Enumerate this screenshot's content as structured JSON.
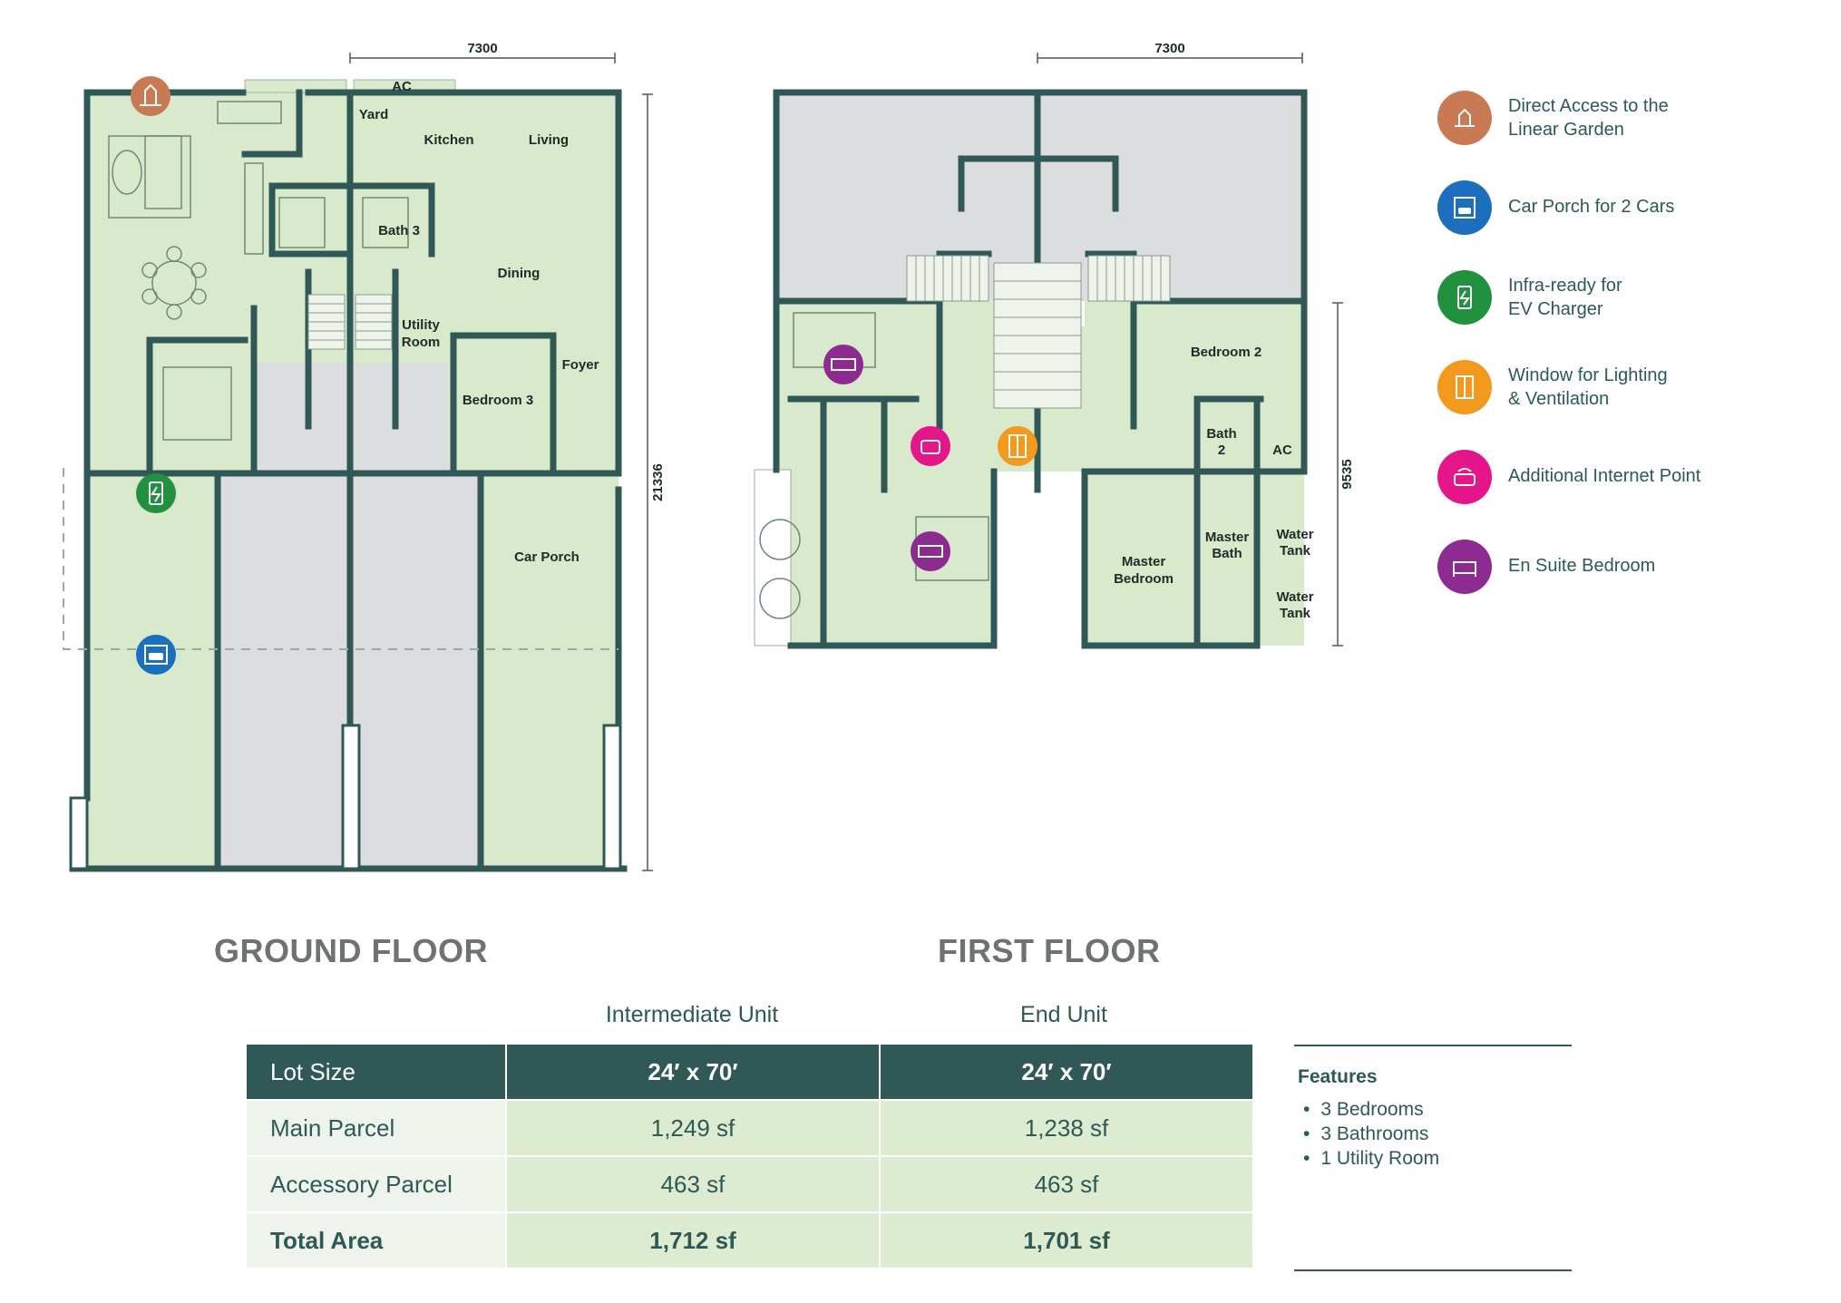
{
  "floors": {
    "ground_title": "GROUND FLOOR",
    "first_title": "FIRST FLOOR"
  },
  "ground_plan": {
    "dimension_width": "7300",
    "dimension_depth": "21336",
    "rooms": {
      "ac": "AC",
      "yard": "Yard",
      "kitchen": "Kitchen",
      "living": "Living",
      "bath3": "Bath 3",
      "dining": "Dining",
      "utility_1": "Utility",
      "utility_2": "Room",
      "foyer": "Foyer",
      "bedroom3": "Bedroom 3",
      "car_porch": "Car Porch"
    }
  },
  "first_plan": {
    "dimension_width": "7300",
    "dimension_depth": "9535",
    "rooms": {
      "bedroom2": "Bedroom 2",
      "bath2_1": "Bath",
      "bath2_2": "2",
      "ac": "AC",
      "master_bath_1": "Master",
      "master_bath_2": "Bath",
      "master_bedroom_1": "Master",
      "master_bedroom_2": "Bedroom",
      "water_tank_1a": "Water",
      "water_tank_1b": "Tank",
      "water_tank_2a": "Water",
      "water_tank_2b": "Tank"
    }
  },
  "legend": [
    {
      "icon": "garden-icon",
      "color": "#c87a55",
      "text": "Direct Access to the\nLinear Garden"
    },
    {
      "icon": "car-porch-icon",
      "color": "#1c6fbf",
      "text": "Car Porch for 2 Cars"
    },
    {
      "icon": "ev-charger-icon",
      "color": "#22913f",
      "text": "Infra-ready for\nEV Charger"
    },
    {
      "icon": "window-icon",
      "color": "#f39a1e",
      "text": "Window for Lighting\n& Ventilation"
    },
    {
      "icon": "internet-point-icon",
      "color": "#e5158a",
      "text": "Additional Internet Point"
    },
    {
      "icon": "en-suite-bedroom-icon",
      "color": "#8e2b91",
      "text": "En Suite Bedroom"
    }
  ],
  "spec_table": {
    "columns": [
      "Intermediate Unit",
      "End Unit"
    ],
    "rows": [
      {
        "label": "Lot Size",
        "values": [
          "24′ x 70′",
          "24′ x 70′"
        ]
      },
      {
        "label": "Main Parcel",
        "values": [
          "1,249 sf",
          "1,238 sf"
        ]
      },
      {
        "label": "Accessory Parcel",
        "values": [
          "463 sf",
          "463 sf"
        ]
      },
      {
        "label": "Total Area",
        "values": [
          "1,712 sf",
          "1,701 sf"
        ]
      }
    ]
  },
  "features": {
    "title": "Features",
    "items": [
      "3 Bedrooms",
      "3 Bathrooms",
      "1 Utility Room"
    ]
  },
  "colors": {
    "plan_fill": "#d8eacb",
    "wall": "#2f5856",
    "grey_zone": "#dcdddf",
    "header_bg": "#2f5856"
  }
}
